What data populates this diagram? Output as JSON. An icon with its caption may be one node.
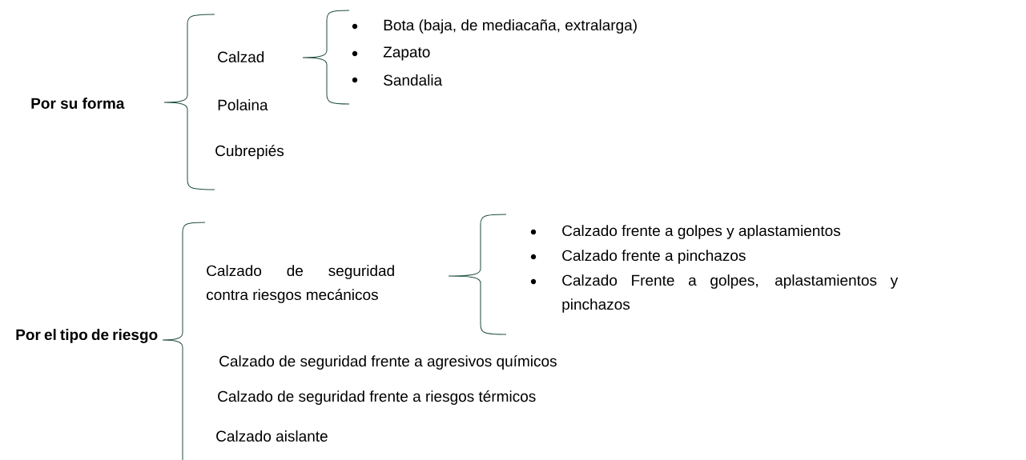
{
  "diagram": {
    "labels": [
      "Por su forma",
      "Calzad",
      "Bota (baja, de mediacaña, extralarga)",
      "Zapato",
      "Sandalia",
      "Polaina",
      "Cubrepiés",
      "Por el tipo de riesgo",
      "Calzado de seguridad contra riesgos mecánicos",
      "Calzado frente a golpes y aplastamientos",
      "Calzado frente a pinchazos",
      "Calzado Frente a golpes, aplastamientos y pinchazos",
      "Calzado de seguridad frente a agresivos químicos",
      "Calzado de seguridad frente a riesgos térmicos",
      "Calzado aislante"
    ]
  }
}
